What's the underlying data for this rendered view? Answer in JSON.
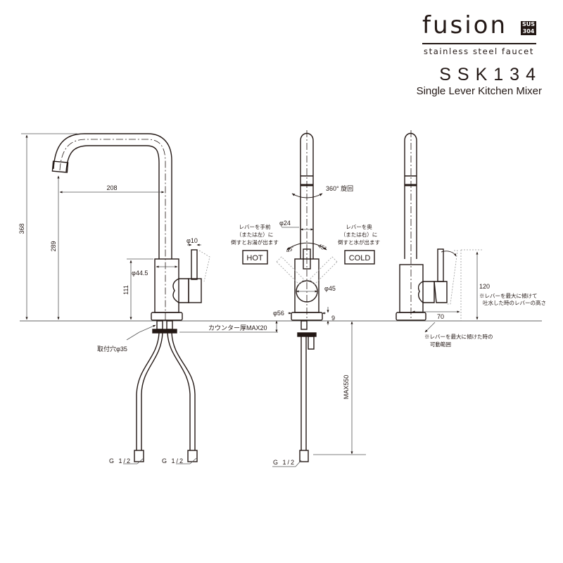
{
  "brand": {
    "name": "fusion",
    "badge_line1": "SUS",
    "badge_line2": "304",
    "tagline": "stainless steel faucet"
  },
  "product": {
    "model": "SSK134",
    "description": "Single Lever Kitchen Mixer"
  },
  "side_view": {
    "total_height": "368",
    "spout_height": "289",
    "spout_reach": "208",
    "body_height": "111",
    "body_diameter": "φ44.5",
    "lever_diameter": "φ10",
    "counter_thickness": "カウンター厚MAX20",
    "mounting_hole": "取付穴φ35",
    "connection_left": "G 1/2",
    "connection_right": "G 1/2"
  },
  "front_view": {
    "rotation": "360° 旋回",
    "spout_diameter": "φ24",
    "hot_note_line1": "レバーを手前",
    "hot_note_line2": "（または左）に",
    "hot_note_line3": "倒すとお湯が出ます",
    "cold_note_line1": "レバーを奥",
    "cold_note_line2": "（または右）に",
    "cold_note_line3": "倒すと水が出ます",
    "hot_label": "HOT",
    "cold_label": "COLD",
    "angle_left": "45°",
    "angle_right": "45°",
    "handle_diameter": "φ45",
    "base_diameter": "φ56",
    "base_height": "9",
    "hose_length": "MAX550",
    "connection": "G 1/2"
  },
  "rear_view": {
    "lever_height": "120",
    "lever_height_note_line1": "※レバーを最大に傾けて",
    "lever_height_note_line2": "吐水した時のレバーの高さ",
    "lever_reach": "70",
    "range_note_line1": "※レバーを最大に傾けた時の",
    "range_note_line2": "可動範囲"
  }
}
